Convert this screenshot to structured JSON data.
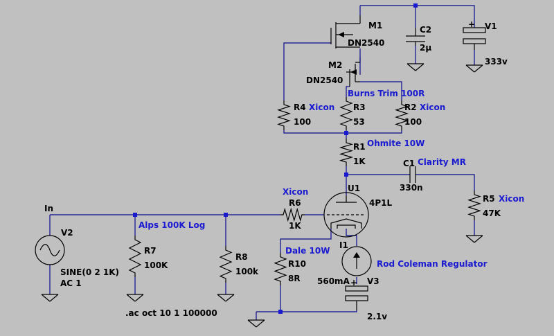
{
  "colors": {
    "background": "#c0c0c0",
    "wire": "#0a0a8a",
    "component": "#000000",
    "annotation": "#1a1ad0",
    "junction": "#1a1ad0"
  },
  "components": {
    "M1": {
      "ref": "M1",
      "value": "DN2540"
    },
    "M2": {
      "ref": "M2",
      "value": "DN2540"
    },
    "C2": {
      "ref": "C2",
      "value": "2µ"
    },
    "V1": {
      "ref": "V1",
      "value": "333v"
    },
    "R4": {
      "ref": "R4",
      "note": "Xicon",
      "value": "100"
    },
    "R3": {
      "ref": "R3",
      "value": "53",
      "note": "Burns Trim 100R"
    },
    "R2": {
      "ref": "R2",
      "note": "Xicon",
      "value": "100"
    },
    "R1": {
      "ref": "R1",
      "value": "1K",
      "note": "Ohmite 10W"
    },
    "C1": {
      "ref": "C1",
      "value": "330n",
      "note": "Clarity MR"
    },
    "R5": {
      "ref": "R5",
      "note": "Xicon",
      "value": "47K"
    },
    "U1": {
      "ref": "U1",
      "value": "4P1L"
    },
    "R6": {
      "ref": "R6",
      "value": "1K",
      "note": "Xicon"
    },
    "V2": {
      "ref": "V2",
      "value": "SINE(0 2 1K)",
      "ac": "AC 1"
    },
    "R7": {
      "ref": "R7",
      "value": "100K",
      "note": "Alps 100K Log"
    },
    "R8": {
      "ref": "R8",
      "value": "100k"
    },
    "R10": {
      "ref": "R10",
      "value": "8R",
      "note": "Dale 10W"
    },
    "I1": {
      "ref": "I1",
      "value": "560mA",
      "note": "Rod Coleman Regulator"
    },
    "V3": {
      "ref": "V3",
      "value": "2.1v"
    }
  },
  "net_labels": {
    "in": "In"
  },
  "directive": ".ac oct 10 1 100000",
  "icons": [
    "ground-icon",
    "nmos-icon",
    "capacitor-icon",
    "battery-icon",
    "resistor-icon",
    "triode-icon",
    "sine-source-icon",
    "current-source-icon"
  ]
}
